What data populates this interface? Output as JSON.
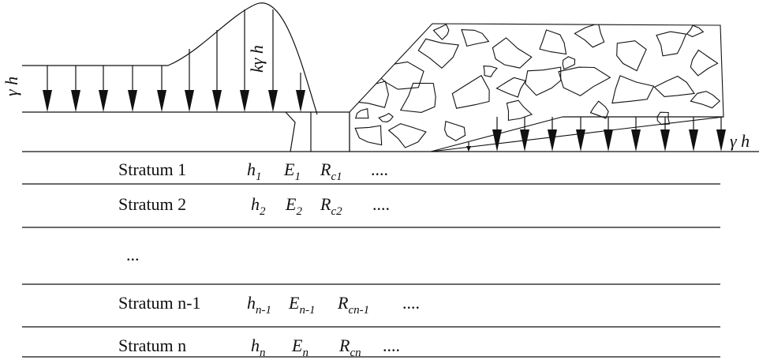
{
  "load_labels": {
    "left_uniform": "γ h",
    "peak": "kγ h",
    "right_uniform": "γ h"
  },
  "strata": [
    {
      "name": "Stratum 1",
      "h": {
        "base": "h",
        "sub": "1"
      },
      "E": {
        "base": "E",
        "sub": "1"
      },
      "R": {
        "base": "R",
        "sub": "c1"
      },
      "dots": "...."
    },
    {
      "name": "Stratum 2",
      "h": {
        "base": "h",
        "sub": "2"
      },
      "E": {
        "base": "E",
        "sub": "2"
      },
      "R": {
        "base": "R",
        "sub": "c2"
      },
      "dots": "...."
    },
    {
      "name": "Stratum n-1",
      "h": {
        "base": "h",
        "sub": "n-1"
      },
      "E": {
        "base": "E",
        "sub": "n-1"
      },
      "R": {
        "base": "R",
        "sub": "cn-1"
      },
      "dots": "...."
    },
    {
      "name": "Stratum  n",
      "h": {
        "base": "h",
        "sub": "n"
      },
      "E": {
        "base": "E",
        "sub": "n"
      },
      "R": {
        "base": "R",
        "sub": "cn"
      },
      "dots": "...."
    }
  ],
  "ellipsis": "...",
  "colors": {
    "line": "#111111",
    "background": "#ffffff"
  }
}
